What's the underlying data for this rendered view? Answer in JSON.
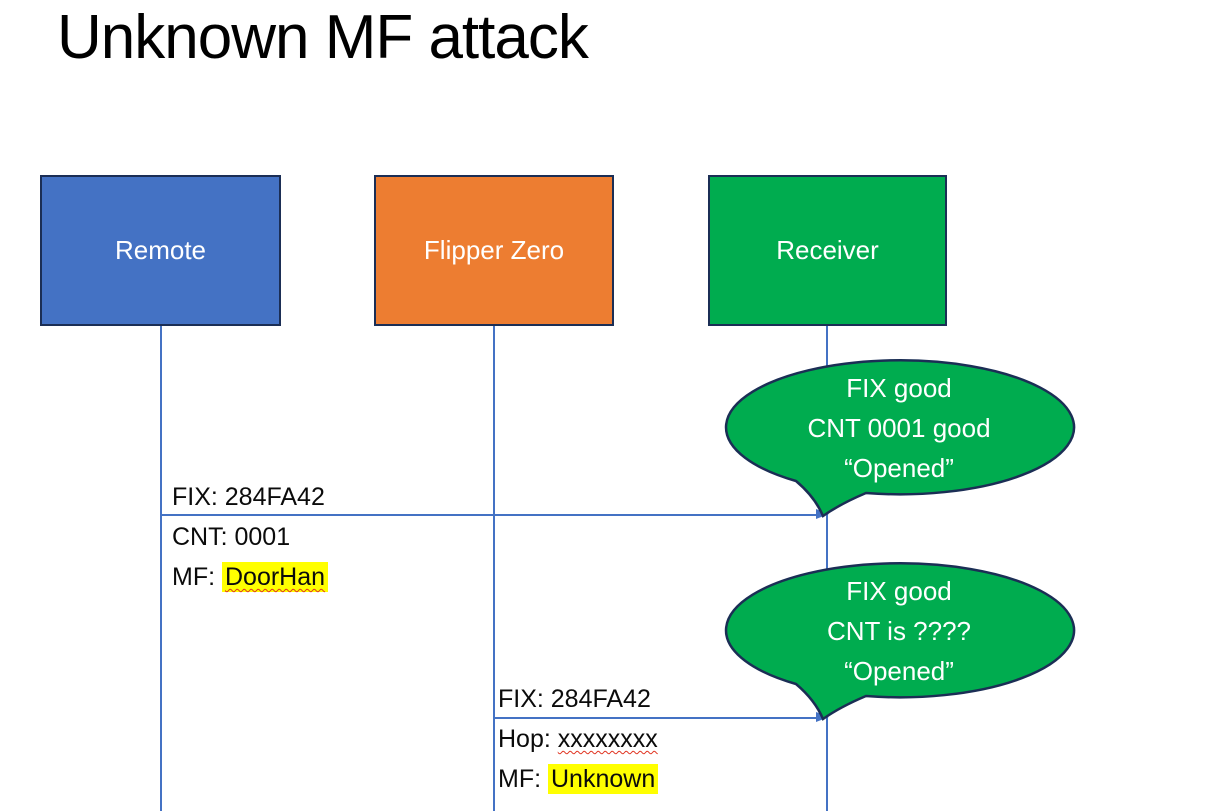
{
  "slide": {
    "title": "Unknown MF attack",
    "background": "#ffffff"
  },
  "colors": {
    "actor_blue": "#4472C4",
    "actor_orange": "#ED7D31",
    "actor_green": "#00AC4F",
    "shape_outline_navy": "#1b2e55",
    "connector_blue": "#4472C4",
    "highlight_yellow": "#ffff00",
    "squiggle_red": "#e0321f",
    "callout_text_white": "#ffffff",
    "label_text_black": "#0b0b0b"
  },
  "actors": [
    {
      "name": "Remote",
      "fill": "#4472C4"
    },
    {
      "name": "Flipper Zero",
      "fill": "#ED7D31"
    },
    {
      "name": "Receiver",
      "fill": "#00AC4F"
    }
  ],
  "messages": [
    {
      "from": "Remote",
      "to": "Receiver",
      "line1": "FIX: 284FA42",
      "line2": "CNT: 0001",
      "line3_prefix": "MF: ",
      "line3_value": "DoorHan"
    },
    {
      "from": "Flipper Zero",
      "to": "Receiver",
      "line1": "FIX: 284FA42",
      "line2_prefix": "Hop: ",
      "line2_value": "xxxxxxxx",
      "line3_prefix": "MF: ",
      "line3_value": "Unknown"
    }
  ],
  "callouts": [
    {
      "attached_to": "Receiver",
      "line1": "FIX good",
      "line2": "CNT 0001 good",
      "line3": "“Opened”"
    },
    {
      "attached_to": "Receiver",
      "line1": "FIX good",
      "line2": "CNT is ????",
      "line3": "“Opened”"
    }
  ]
}
